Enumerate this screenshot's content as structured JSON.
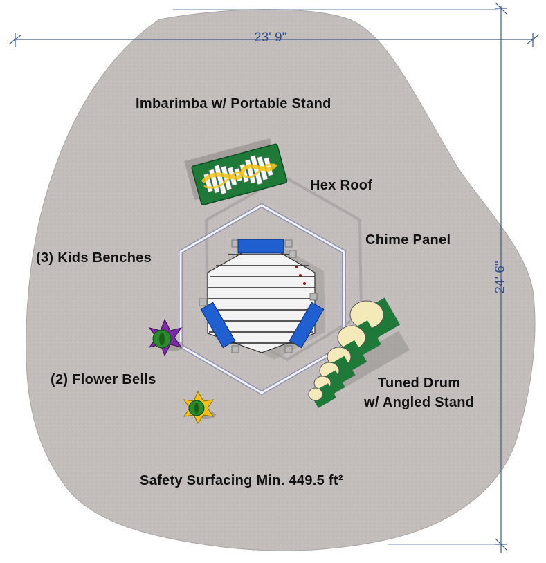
{
  "labels": {
    "imbarimba": "Imbarimba w/ Portable Stand",
    "hex_roof": "Hex Roof",
    "chime_panel": "Chime Panel",
    "kids_benches": "(3) Kids Benches",
    "flower_bells": "(2) Flower Bells",
    "tuned_drum_line1": "Tuned Drum",
    "tuned_drum_line2": "w/ Angled Stand",
    "safety_surfacing": "Safety Surfacing Min. 449.5 ft²"
  },
  "dimensions": {
    "width": "23' 9\"",
    "height": "24' 6\""
  },
  "colors": {
    "surfacing": "#c3bebc",
    "dimension_line": "#3a5a95",
    "roof_outline": "#8e92b3",
    "bench_blue": "#1f5fd0",
    "panel_green": "#1f7a3a",
    "flower_purple": "#7d2aa8",
    "flower_yellow": "#f2c21a",
    "drum_cream": "#f4e9b8"
  }
}
